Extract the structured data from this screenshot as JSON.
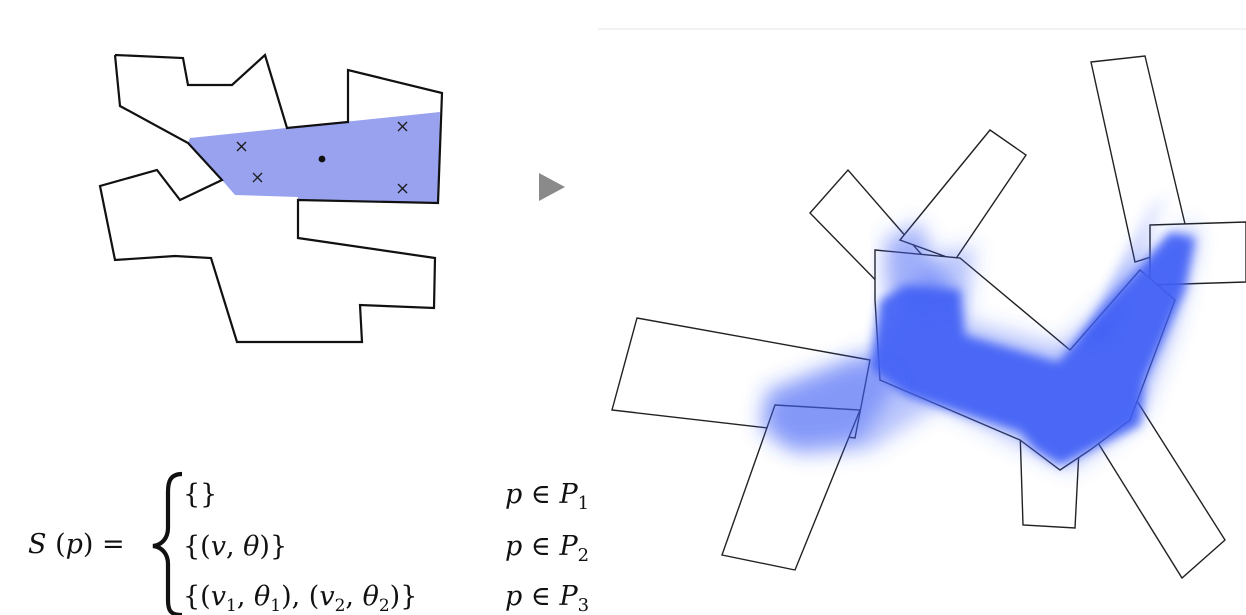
{
  "colors": {
    "visibility_fill": "#7c88ea",
    "sweep_fill": "#3f5ff5",
    "outline": "#111111",
    "arrow": "#8a8a8a",
    "divider": "#eeeeee"
  },
  "left_panel": {
    "markers": {
      "sample_marker": "x-mark-icon",
      "query_point": "dot-icon"
    }
  },
  "arrow_icon": "right-triangle-arrow-icon",
  "formula": {
    "lhs": "S (p) =",
    "brace": "{",
    "cases": [
      {
        "value": "{}",
        "condition": "p ∈ P",
        "subscript": "1"
      },
      {
        "value": "{(v, θ)}",
        "condition": "p ∈ P",
        "subscript": "2"
      },
      {
        "value": "{(v1, θ1), (v2, θ2)}",
        "condition": "p ∈ P",
        "subscript": "3"
      }
    ]
  }
}
